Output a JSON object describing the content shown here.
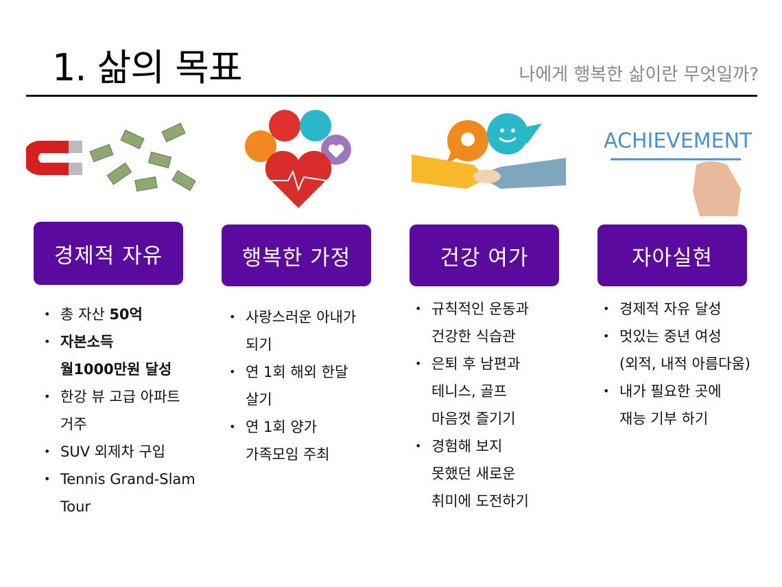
{
  "header": {
    "title": "1. 삶의 목표",
    "subtitle": "나에게 행복한 삶이란 무엇일까?"
  },
  "colors": {
    "button": "#5a0b9e",
    "rule": "#111111",
    "subtitle": "#888888"
  },
  "columns": [
    {
      "label": "경제적 자유",
      "image": "magnet-money-icon",
      "items": [
        {
          "lines": [
            [
              {
                "t": "총 자산 "
              },
              {
                "t": "50억",
                "b": true
              }
            ]
          ]
        },
        {
          "lines": [
            [
              {
                "t": "자본소득",
                "b": true
              }
            ],
            [
              {
                "t": "월1000만원 달성",
                "b": true
              }
            ]
          ]
        },
        {
          "lines": [
            [
              {
                "t": "한강 뷰 고급 아파트"
              }
            ],
            [
              {
                "t": "거주"
              }
            ]
          ]
        },
        {
          "lines": [
            [
              {
                "t": "SUV 외제차 구입"
              }
            ]
          ]
        },
        {
          "lines": [
            [
              {
                "t": "Tennis Grand-Slam"
              }
            ],
            [
              {
                "t": "Tour"
              }
            ]
          ]
        }
      ]
    },
    {
      "label": "행복한 가정",
      "image": "heart-lifestyle-icon",
      "items": [
        {
          "lines": [
            [
              {
                "t": "사랑스러운 아내가"
              }
            ],
            [
              {
                "t": "되기"
              }
            ]
          ]
        },
        {
          "lines": [
            [
              {
                "t": "연 1회 해외 한달"
              }
            ],
            [
              {
                "t": "살기"
              }
            ]
          ]
        },
        {
          "lines": [
            [
              {
                "t": "연 1회 양가"
              }
            ],
            [
              {
                "t": "가족모임 주최"
              }
            ]
          ]
        }
      ]
    },
    {
      "label": "건강 여가",
      "image": "handshake-icon",
      "items": [
        {
          "lines": [
            [
              {
                "t": "규칙적인 운동과"
              }
            ],
            [
              {
                "t": "건강한 식습관"
              }
            ]
          ]
        },
        {
          "lines": [
            [
              {
                "t": "은퇴 후 남편과"
              }
            ],
            [
              {
                "t": "테니스, 골프"
              }
            ],
            [
              {
                "t": "마음껏 즐기기"
              }
            ]
          ]
        },
        {
          "lines": [
            [
              {
                "t": "경험해 보지"
              }
            ],
            [
              {
                "t": "못했던 새로운"
              }
            ],
            [
              {
                "t": "취미에 도전하기"
              }
            ]
          ]
        }
      ]
    },
    {
      "label": "자아실현",
      "image": "achievement-hand-icon",
      "image_text": "ACHIEVEMENT",
      "items": [
        {
          "lines": [
            [
              {
                "t": "경제적 자유 달성"
              }
            ]
          ]
        },
        {
          "lines": [
            [
              {
                "t": "멋있는 중년 여성"
              }
            ],
            [
              {
                "t": "(외적, 내적 아름다움)"
              }
            ]
          ]
        },
        {
          "lines": [
            [
              {
                "t": "내가 필요한 곳에"
              }
            ],
            [
              {
                "t": "재능 기부 하기"
              }
            ]
          ]
        }
      ]
    }
  ]
}
